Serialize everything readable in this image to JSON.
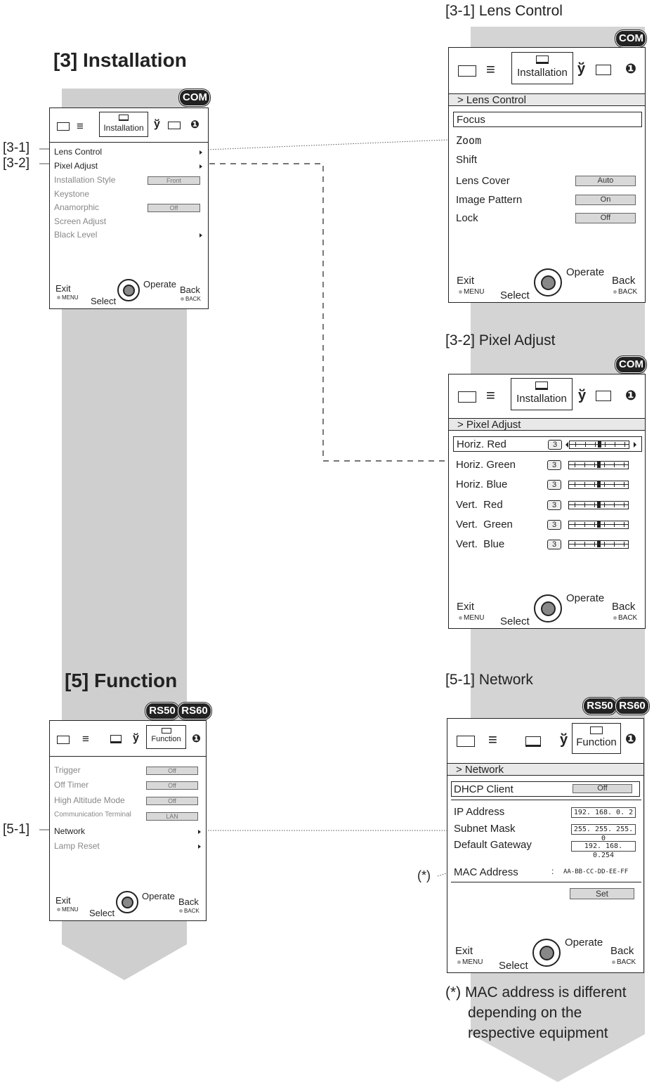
{
  "colors": {
    "column_grey": "#cfcfcf",
    "text": "#222222",
    "disabled": "#888888",
    "pill_grey": "#d8d8d8"
  },
  "headings": {
    "installation": "[3] Installation",
    "function": "[5] Function",
    "lens_control": "[3-1] Lens Control",
    "pixel_adjust": "[3-2] Pixel Adjust",
    "network": "[5-1] Network"
  },
  "badges": {
    "com": "COM",
    "rs50": "RS50",
    "rs60": "RS60"
  },
  "callouts": {
    "c31": "[3-1]",
    "c32": "[3-2]",
    "c51": "[5-1]",
    "asterisk": "(*)"
  },
  "note": {
    "line1": "(*) MAC address is different",
    "line2": "depending on the",
    "line3": "respective equipment"
  },
  "footer": {
    "exit": "Exit",
    "menu": "MENU",
    "select": "Select",
    "operate": "Operate",
    "back": "Back",
    "back_key": "BACK"
  },
  "tabs": {
    "installation": "Installation",
    "function": "Function"
  },
  "installation_menu": {
    "items": [
      {
        "label": "Lens Control",
        "value": "",
        "arrow": true,
        "enabled": true
      },
      {
        "label": "Pixel Adjust",
        "value": "",
        "arrow": true,
        "enabled": true
      },
      {
        "label": "Installation Style",
        "value": "Front",
        "arrow": false,
        "enabled": false
      },
      {
        "label": "Keystone",
        "value": "",
        "arrow": false,
        "enabled": false
      },
      {
        "label": "Anamorphic",
        "value": "Off",
        "arrow": false,
        "enabled": false
      },
      {
        "label": "Screen Adjust",
        "value": "",
        "arrow": false,
        "enabled": false
      },
      {
        "label": "Black Level",
        "value": "",
        "arrow": true,
        "enabled": false
      }
    ]
  },
  "function_menu": {
    "items": [
      {
        "label": "Trigger",
        "value": "Off",
        "arrow": false
      },
      {
        "label": "Off Timer",
        "value": "Off",
        "arrow": false
      },
      {
        "label": "High Altitude Mode",
        "value": "Off",
        "arrow": false
      },
      {
        "label": "Communication Terminal",
        "value": "LAN",
        "arrow": false
      },
      {
        "label": "Network",
        "value": "",
        "arrow": true
      },
      {
        "label": "Lamp Reset",
        "value": "",
        "arrow": true
      }
    ]
  },
  "lens_control": {
    "breadcrumb": "> Lens Control",
    "items": [
      {
        "label": "Focus",
        "value": ""
      },
      {
        "label": "Zoom",
        "value": ""
      },
      {
        "label": "Shift",
        "value": ""
      },
      {
        "label": "Lens Cover",
        "value": "Auto"
      },
      {
        "label": "Image Pattern",
        "value": "On"
      },
      {
        "label": "Lock",
        "value": "Off"
      }
    ]
  },
  "pixel_adjust": {
    "breadcrumb": "> Pixel Adjust",
    "items": [
      {
        "label": "Horiz. Red",
        "value": "3"
      },
      {
        "label": "Horiz. Green",
        "value": "3"
      },
      {
        "label": "Horiz. Blue",
        "value": "3"
      },
      {
        "label": "Vert.  Red",
        "value": "3"
      },
      {
        "label": "Vert.  Green",
        "value": "3"
      },
      {
        "label": "Vert.  Blue",
        "value": "3"
      }
    ]
  },
  "network": {
    "breadcrumb": "> Network",
    "dhcp_label": "DHCP Client",
    "dhcp_value": "Off",
    "ip_label": "IP Address",
    "ip_value": "192. 168.   0.  2",
    "subnet_label": "Subnet Mask",
    "subnet_value": "255. 255. 255.  0",
    "gateway_label": "Default Gateway",
    "gateway_value": "192. 168.   0.254",
    "mac_label": "MAC Address",
    "mac_sep": ":",
    "mac_value": "AA-BB-CC-DD-EE-FF",
    "set_label": "Set"
  }
}
